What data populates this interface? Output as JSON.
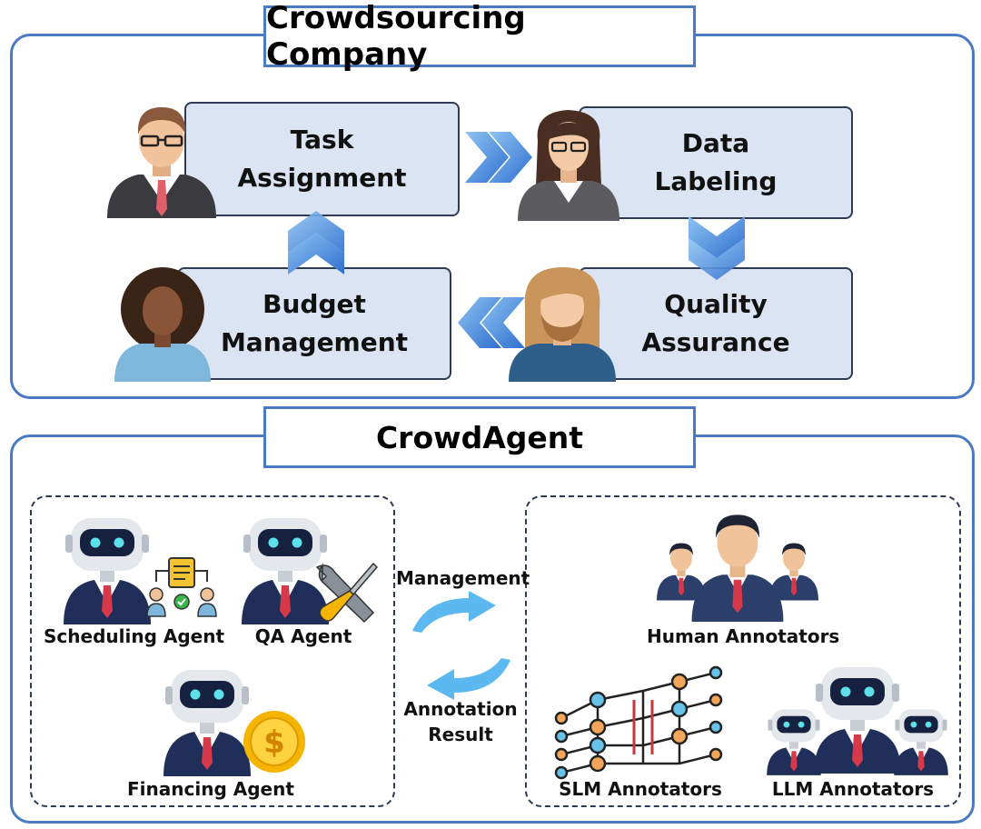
{
  "company": {
    "title": "Crowdsourcing Company",
    "steps": {
      "task_line1": "Task",
      "task_line2": "Assignment",
      "data_line1": "Data",
      "data_line2": "Labeling",
      "quality_line1": "Quality",
      "quality_line2": "Assurance",
      "budget_line1": "Budget",
      "budget_line2": "Management"
    }
  },
  "agent": {
    "title": "CrowdAgent",
    "scheduling_label": "Scheduling Agent",
    "qa_label": "QA Agent",
    "financing_label": "Financing Agent",
    "management_label": "Management",
    "result_line1": "Annotation",
    "result_line2": "Result",
    "human_label": "Human Annotators",
    "slm_label": "SLM Annotators",
    "llm_label": "LLM Annotators",
    "dollar_symbol": "$"
  },
  "colors": {
    "panel_border": "#4a7ac2",
    "step_fill": "#dbe4f3",
    "arrow_blue": "#3a7bd5",
    "cycle_arrow": "#5bb8f0",
    "robot_suit": "#1f2f5a",
    "robot_eyes": "#5ee0ea"
  }
}
